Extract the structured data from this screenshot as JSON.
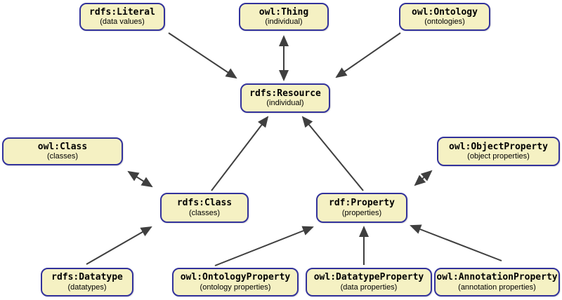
{
  "diagram": {
    "nodes": [
      {
        "id": "rdfs-literal",
        "label": "rdfs:Literal",
        "sublabel": "(data values)"
      },
      {
        "id": "owl-thing",
        "label": "owl:Thing",
        "sublabel": "(individual)"
      },
      {
        "id": "owl-ontology",
        "label": "owl:Ontology",
        "sublabel": "(ontologies)"
      },
      {
        "id": "rdfs-resource",
        "label": "rdfs:Resource",
        "sublabel": "(individual)"
      },
      {
        "id": "owl-class",
        "label": "owl:Class",
        "sublabel": "(classes)"
      },
      {
        "id": "rdfs-class",
        "label": "rdfs:Class",
        "sublabel": "(classes)"
      },
      {
        "id": "rdf-property",
        "label": "rdf:Property",
        "sublabel": "(properties)"
      },
      {
        "id": "owl-objectproperty",
        "label": "owl:ObjectProperty",
        "sublabel": "(object properties)"
      },
      {
        "id": "rdfs-datatype",
        "label": "rdfs:Datatype",
        "sublabel": "(datatypes)"
      },
      {
        "id": "owl-ontologyproperty",
        "label": "owl:OntologyProperty",
        "sublabel": "(ontology properties)"
      },
      {
        "id": "owl-datatypeproperty",
        "label": "owl:DatatypeProperty",
        "sublabel": "(data properties)"
      },
      {
        "id": "owl-annotationproperty",
        "label": "owl:AnnotationProperty",
        "sublabel": "(annotation properties)"
      }
    ],
    "edges": [
      {
        "from": "rdfs:Literal",
        "to": "rdfs:Resource",
        "bidirectional": false
      },
      {
        "from": "owl:Thing",
        "to": "rdfs:Resource",
        "bidirectional": true
      },
      {
        "from": "owl:Ontology",
        "to": "rdfs:Resource",
        "bidirectional": false
      },
      {
        "from": "rdfs:Class",
        "to": "rdfs:Resource",
        "bidirectional": false
      },
      {
        "from": "rdf:Property",
        "to": "rdfs:Resource",
        "bidirectional": false
      },
      {
        "from": "owl:Class",
        "to": "rdfs:Class",
        "bidirectional": true
      },
      {
        "from": "owl:ObjectProperty",
        "to": "rdf:Property",
        "bidirectional": true
      },
      {
        "from": "rdfs:Datatype",
        "to": "rdfs:Class",
        "bidirectional": false
      },
      {
        "from": "owl:OntologyProperty",
        "to": "rdf:Property",
        "bidirectional": false
      },
      {
        "from": "owl:DatatypeProperty",
        "to": "rdf:Property",
        "bidirectional": false
      },
      {
        "from": "owl:AnnotationProperty",
        "to": "rdf:Property",
        "bidirectional": false
      }
    ],
    "colors": {
      "node_fill": "#f5f1c3",
      "node_border": "#32329b",
      "arrow": "#3f3f3f",
      "text": "#000000",
      "background": "#ffffff"
    }
  }
}
